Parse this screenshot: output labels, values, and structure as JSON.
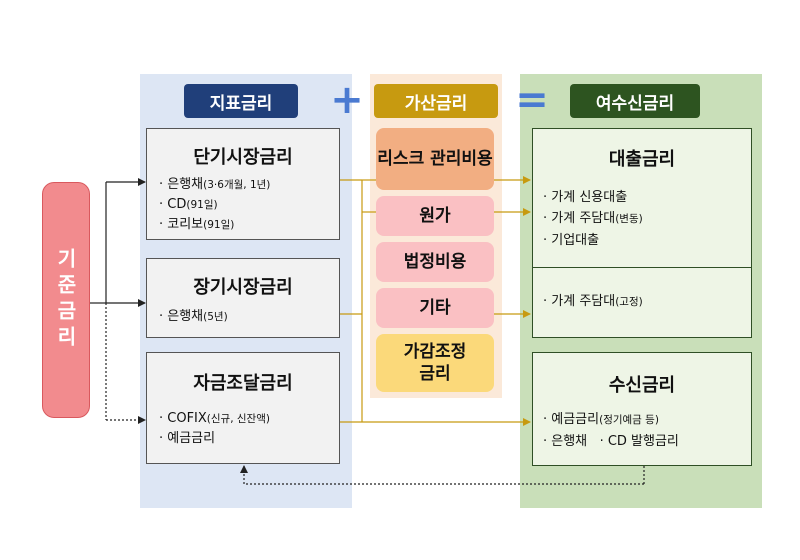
{
  "base_rate": "기준금리",
  "columns": {
    "index": {
      "header": "지표금리",
      "boxes": [
        {
          "title": "단기시장금리",
          "items": [
            [
              "은행채",
              "(3·6개월, 1년)"
            ],
            [
              "CD",
              "(91일)"
            ],
            [
              "코리보",
              "(91일)"
            ]
          ]
        },
        {
          "title": "장기시장금리",
          "items": [
            [
              "은행채",
              "(5년)"
            ]
          ]
        },
        {
          "title": "자금조달금리",
          "items": [
            [
              "COFIX",
              "(신규, 신잔액)"
            ],
            [
              "예금금리",
              ""
            ]
          ]
        }
      ]
    },
    "spread": {
      "header": "가산금리",
      "items": [
        "리스크 관리비용",
        "원가",
        "법정비용",
        "기타",
        "가감조정 금리"
      ]
    },
    "result": {
      "header": "여수신금리",
      "loan_title": "대출금리",
      "loan_items": [
        [
          "가계 신용대출",
          ""
        ],
        [
          "가계 주담대",
          "(변동)"
        ],
        [
          "기업대출",
          ""
        ]
      ],
      "fixed_items": [
        [
          "가계 주담대",
          "(고정)"
        ]
      ],
      "deposit_title": "수신금리",
      "deposit_items": [
        [
          "예금금리",
          "(정기예금 등)"
        ]
      ],
      "deposit_bottom": [
        "은행채",
        "· CD 발행금리"
      ]
    }
  },
  "operators": {
    "plus": "+",
    "equals": "="
  }
}
